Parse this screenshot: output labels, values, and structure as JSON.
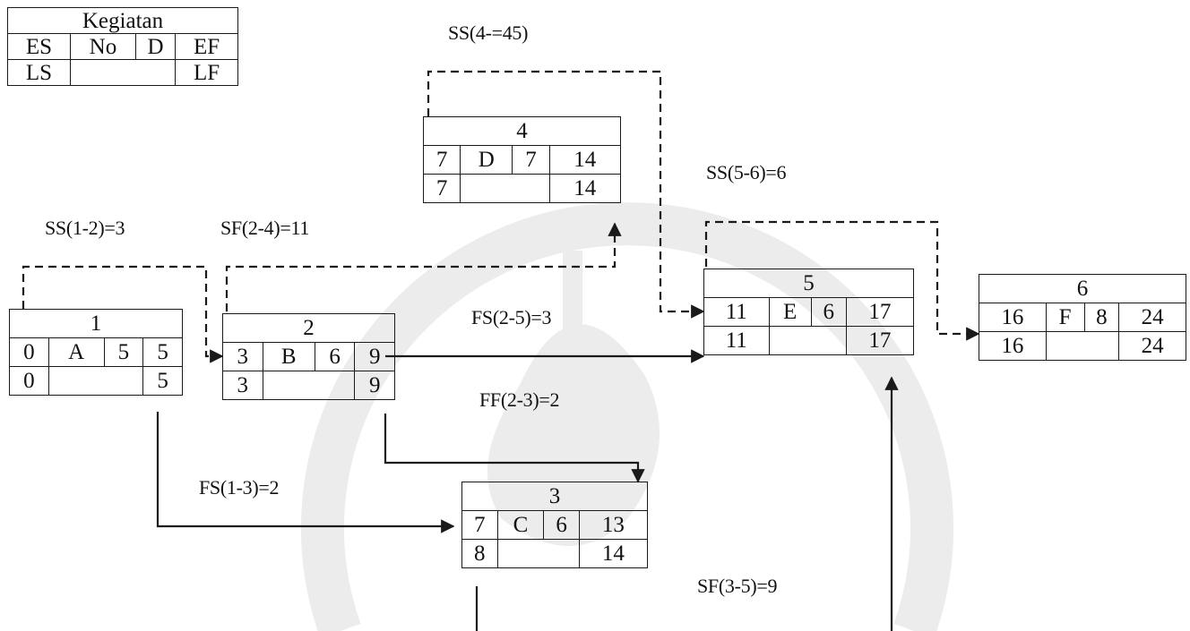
{
  "legend": {
    "title": "Kegiatan",
    "es": "ES",
    "no": "No",
    "d": "D",
    "ef": "EF",
    "ls": "LS",
    "lf": "LF"
  },
  "nodes": {
    "n1": {
      "no": "1",
      "es": "0",
      "act": "A",
      "dur": "5",
      "ef": "5",
      "ls": "0",
      "lf": "5"
    },
    "n2": {
      "no": "2",
      "es": "3",
      "act": "B",
      "dur": "6",
      "ef": "9",
      "ls": "3",
      "lf": "9"
    },
    "n3": {
      "no": "3",
      "es": "7",
      "act": "C",
      "dur": "6",
      "ef": "13",
      "ls": "8",
      "lf": "14"
    },
    "n4": {
      "no": "4",
      "es": "7",
      "act": "D",
      "dur": "7",
      "ef": "14",
      "ls": "7",
      "lf": "14"
    },
    "n5": {
      "no": "5",
      "es": "11",
      "act": "E",
      "dur": "6",
      "ef": "17",
      "ls": "11",
      "lf": "17"
    },
    "n6": {
      "no": "6",
      "es": "16",
      "act": "F",
      "dur": "8",
      "ef": "24",
      "ls": "16",
      "lf": "24"
    }
  },
  "relations": {
    "ss12": "SS(1-2)=3",
    "sf24": "SF(2-4)=11",
    "ss45": "SS(4-=45)",
    "ss56": "SS(5-6)=6",
    "fs25": "FS(2-5)=3",
    "ff23": "FF(2-3)=2",
    "fs13": "FS(1-3)=2",
    "sf35": "SF(3-5)=9"
  },
  "colors": {
    "line": "#1a1a1a",
    "watermark": "#e9e9e9"
  }
}
